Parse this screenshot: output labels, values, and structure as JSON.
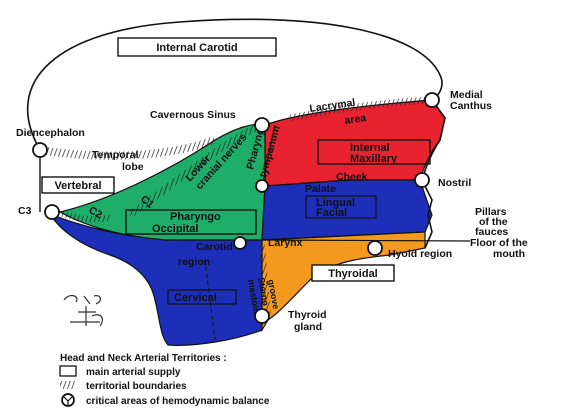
{
  "labels": {
    "internal_carotid": "Internal Carotid",
    "diencephalon": "Diencephalon",
    "temporal_lobe_1": "Temporal",
    "temporal_lobe_2": "lobe",
    "vertebral": "Vertebral",
    "cavernous_sinus": "Cavernous Sinus",
    "lacrymal": "Lacrymal",
    "area": "area",
    "medial_canthus_1": "Medial",
    "medial_canthus_2": "Canthus",
    "internal_maxillary_1": "Internal",
    "internal_maxillary_2": "Maxillary",
    "lower_cranial_nerves_1": "Lower",
    "lower_cranial_nerves_2": "cranial nerves",
    "pharyngo_tympanum_1": "Pharyngo",
    "pharyngo_tympanum_2": "tympanum",
    "cheek": "Cheek",
    "nostril": "Nostril",
    "palate": "Palate",
    "lingual_facial_1": "Lingual",
    "lingual_facial_2": "Facial",
    "c3": "C3",
    "c2": "C2",
    "c1": "C1",
    "pharyngo_occipital_1": "Pharyngo",
    "pharyngo_occipital_2": "Occipital",
    "pillars_1": "Pillars",
    "pillars_2": "of the",
    "pillars_3": "fauces",
    "carotid": "Carotid",
    "larynx": "Larynx",
    "floor_of_mouth_1": "Floor of the",
    "floor_of_mouth_2": "mouth",
    "region": "region",
    "hyoid_region": "Hyoid  region",
    "thyroidal": "Thyroidal",
    "cervical": "Cervical",
    "scm_groove_1": "Sterno",
    "scm_groove_2": "mastoid",
    "scm_groove_3": "groove",
    "thyroid_gland_1": "Thyroid",
    "thyroid_gland_2": "gland"
  },
  "legend": {
    "title": "Head and Neck Arterial Territories :",
    "items": [
      {
        "symbol": "box",
        "text": "main arterial supply"
      },
      {
        "symbol": "hatch",
        "text": "territorial boundaries"
      },
      {
        "symbol": "node",
        "text": "critical areas of hemodynamic balance"
      }
    ]
  },
  "colors": {
    "red": "#e8232f",
    "green": "#1fae6a",
    "blue": "#1d2fb8",
    "orange": "#f39a1e",
    "outline": "#111111"
  }
}
